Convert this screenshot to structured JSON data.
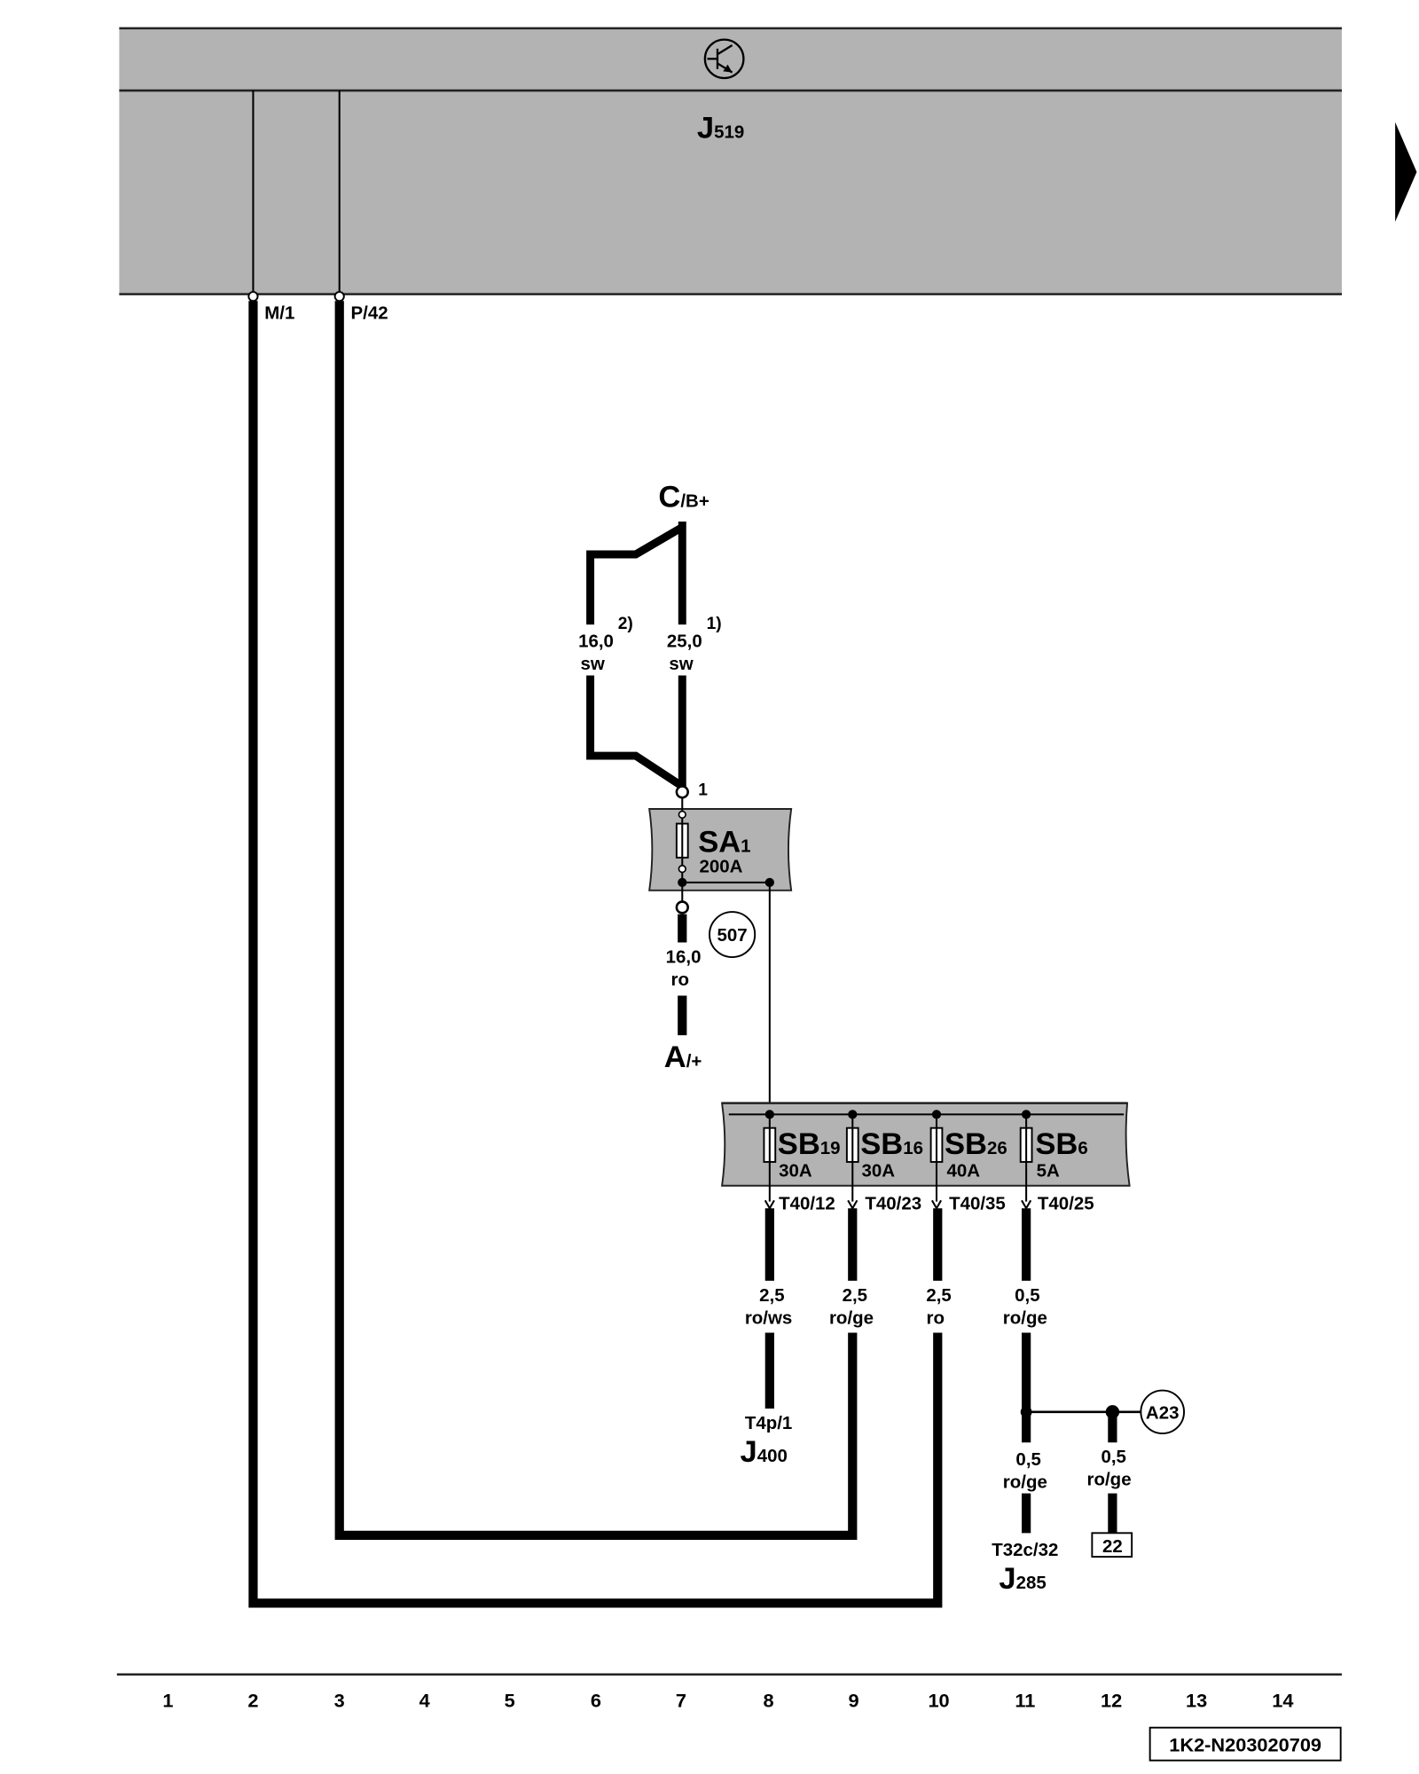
{
  "control_unit": {
    "letter": "J",
    "number": "519",
    "symbol_icon": "transistor-symbol-icon"
  },
  "unit_pins": [
    {
      "label": "M/1"
    },
    {
      "label": "P/42"
    }
  ],
  "continuation_icon": "right-triangle-arrow-icon",
  "battery_terminal": {
    "letter": "C",
    "sub": "/B+"
  },
  "battery_wires": [
    {
      "size": "16,0",
      "color": "sw",
      "footnote": "2)"
    },
    {
      "size": "25,0",
      "color": "sw",
      "footnote": "1)"
    }
  ],
  "main_fuse": {
    "terminal": "1",
    "letter": "SA",
    "number": "1",
    "rating": "200A"
  },
  "main_fuse_output": {
    "size": "16,0",
    "color": "ro",
    "ground_point": "507"
  },
  "starter_terminal": {
    "letter": "A",
    "sub": "/+"
  },
  "fuse_box": {
    "fuses": [
      {
        "letter": "SB",
        "number": "19",
        "rating": "30A",
        "pin": "T40/12"
      },
      {
        "letter": "SB",
        "number": "16",
        "rating": "30A",
        "pin": "T40/23"
      },
      {
        "letter": "SB",
        "number": "26",
        "rating": "40A",
        "pin": "T40/35"
      },
      {
        "letter": "SB",
        "number": "6",
        "rating": "5A",
        "pin": "T40/25"
      }
    ]
  },
  "fuse_outputs": [
    {
      "size": "2,5",
      "color": "ro/ws"
    },
    {
      "size": "2,5",
      "color": "ro/ge"
    },
    {
      "size": "2,5",
      "color": "ro"
    },
    {
      "size": "0,5",
      "color": "ro/ge"
    }
  ],
  "j400": {
    "pin": "T4p/1",
    "letter": "J",
    "number": "400"
  },
  "j285_branch": {
    "size": "0,5",
    "color": "ro/ge",
    "pin": "T32c/32",
    "letter": "J",
    "number": "285"
  },
  "branch_to_22": {
    "size": "0,5",
    "color": "ro/ge",
    "target": "22"
  },
  "connection_reference": "A23",
  "column_numbers": [
    "1",
    "2",
    "3",
    "4",
    "5",
    "6",
    "7",
    "8",
    "9",
    "10",
    "11",
    "12",
    "13",
    "14"
  ],
  "reference_code": "1K2-N203020709",
  "colors": {
    "panel": "#b3b3b3",
    "wire": "#000000",
    "background": "#ffffff"
  }
}
